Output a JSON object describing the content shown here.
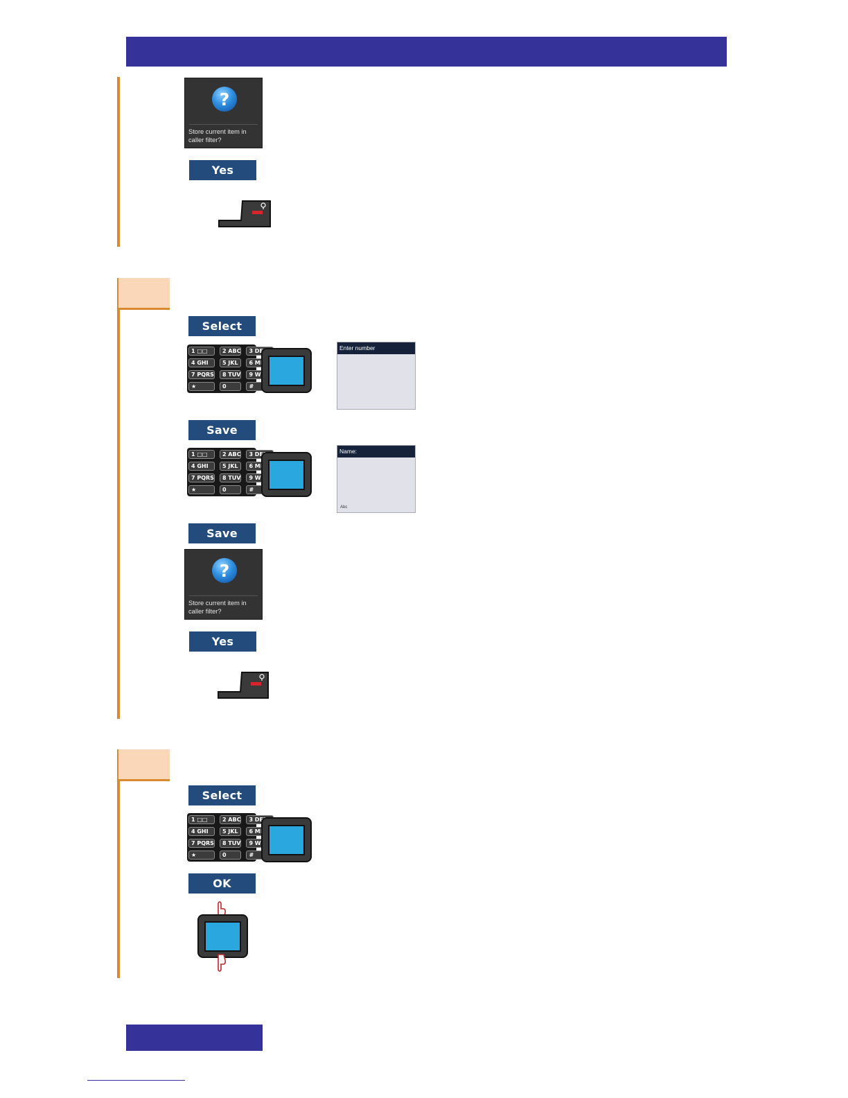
{
  "dialog": {
    "text": "Store current item in caller filter?"
  },
  "softkeys": {
    "yes": "Yes",
    "select": "Select",
    "save": "Save",
    "ok": "OK"
  },
  "keypad": {
    "keys": [
      "1 □□",
      "2 ABC",
      "3 DEF",
      "4 GHI",
      "5 JKL",
      "6 MNO",
      "7 PQRS",
      "8 TUV",
      "9 WXYZ",
      "★",
      "0",
      "#"
    ]
  },
  "screens": {
    "enter_number": {
      "header": "Enter number"
    },
    "name": {
      "header": "Name:",
      "footer": "Abc"
    }
  },
  "colors": {
    "header_bar": "#353399",
    "accent_line": "#d98a2e",
    "step_box": "#f9d7b8",
    "softkey": "#234b7c",
    "nav_key": "#2ba7e0"
  },
  "icons": [
    "help-question-icon",
    "hook-on-icon",
    "navigation-key-icon",
    "finger-up-icon",
    "finger-down-icon"
  ]
}
